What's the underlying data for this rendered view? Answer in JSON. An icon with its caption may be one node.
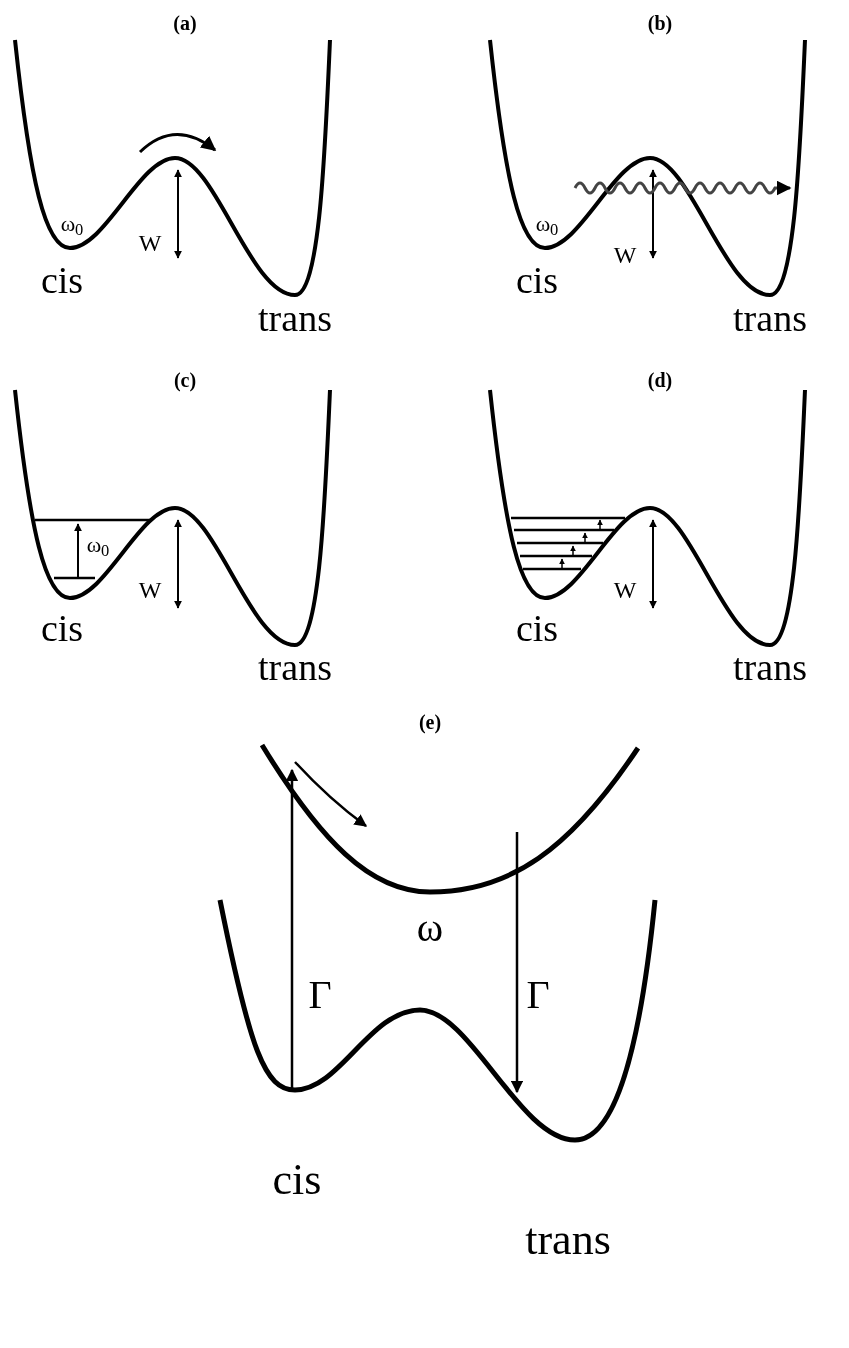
{
  "diagram": {
    "labels": [
      "(a)",
      "(b)",
      "ω$_{0}$",
      "W",
      "cis",
      "trans",
      "ω$_{0}$",
      "W",
      "cis",
      "trans",
      "(c)",
      "(d)",
      "ω$_{0}$",
      "W",
      "cis",
      "trans",
      "W",
      "cis",
      "trans",
      "(e)",
      "ω",
      "Γ",
      "Γ",
      "cis",
      "trans"
    ]
  }
}
